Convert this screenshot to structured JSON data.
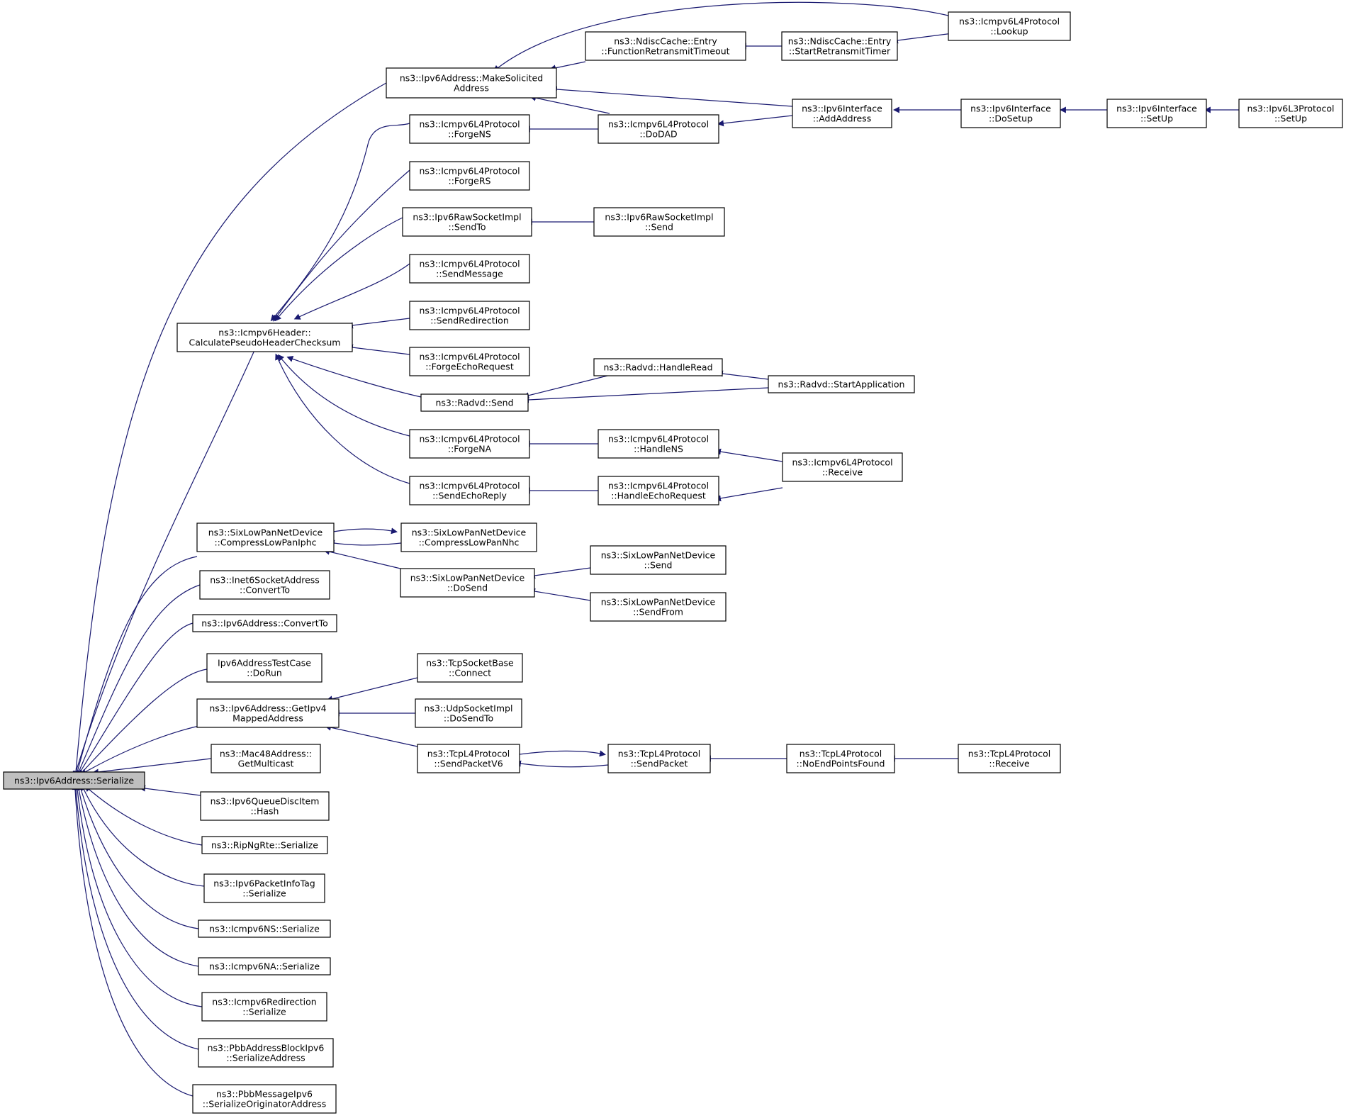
{
  "colors": {
    "edge": "#191970",
    "root_fill": "#bfbfbf",
    "node_fill": "#ffffff",
    "node_border": "#000000"
  },
  "nodes": [
    {
      "id": "root",
      "lines": [
        "ns3::Ipv6Address::Serialize"
      ]
    },
    {
      "id": "make_solicited",
      "lines": [
        "ns3::Ipv6Address::MakeSolicited",
        "Address"
      ]
    },
    {
      "id": "lookup",
      "lines": [
        "ns3::Icmpv6L4Protocol",
        "::Lookup"
      ]
    },
    {
      "id": "func_retrans",
      "lines": [
        "ns3::NdiscCache::Entry",
        "::FunctionRetransmitTimeout"
      ]
    },
    {
      "id": "start_retrans",
      "lines": [
        "ns3::NdiscCache::Entry",
        "::StartRetransmitTimer"
      ]
    },
    {
      "id": "add_address",
      "lines": [
        "ns3::Ipv6Interface",
        "::AddAddress"
      ]
    },
    {
      "id": "iface_dosetup",
      "lines": [
        "ns3::Ipv6Interface",
        "::DoSetup"
      ]
    },
    {
      "id": "iface_setup",
      "lines": [
        "ns3::Ipv6Interface",
        "::SetUp"
      ]
    },
    {
      "id": "l3_setup",
      "lines": [
        "ns3::Ipv6L3Protocol",
        "::SetUp"
      ]
    },
    {
      "id": "forge_ns",
      "lines": [
        "ns3::Icmpv6L4Protocol",
        "::ForgeNS"
      ]
    },
    {
      "id": "dodad",
      "lines": [
        "ns3::Icmpv6L4Protocol",
        "::DoDAD"
      ]
    },
    {
      "id": "forge_rs",
      "lines": [
        "ns3::Icmpv6L4Protocol",
        "::ForgeRS"
      ]
    },
    {
      "id": "raw_sendto",
      "lines": [
        "ns3::Ipv6RawSocketImpl",
        "::SendTo"
      ]
    },
    {
      "id": "raw_send",
      "lines": [
        "ns3::Ipv6RawSocketImpl",
        "::Send"
      ]
    },
    {
      "id": "send_message",
      "lines": [
        "ns3::Icmpv6L4Protocol",
        "::SendMessage"
      ]
    },
    {
      "id": "calc_pseudo",
      "lines": [
        "ns3::Icmpv6Header::",
        "CalculatePseudoHeaderChecksum"
      ]
    },
    {
      "id": "send_redir",
      "lines": [
        "ns3::Icmpv6L4Protocol",
        "::SendRedirection"
      ]
    },
    {
      "id": "forge_echo",
      "lines": [
        "ns3::Icmpv6L4Protocol",
        "::ForgeEchoRequest"
      ]
    },
    {
      "id": "radvd_read",
      "lines": [
        "ns3::Radvd::HandleRead"
      ]
    },
    {
      "id": "radvd_send",
      "lines": [
        "ns3::Radvd::Send"
      ]
    },
    {
      "id": "radvd_start",
      "lines": [
        "ns3::Radvd::StartApplication"
      ]
    },
    {
      "id": "forge_na",
      "lines": [
        "ns3::Icmpv6L4Protocol",
        "::ForgeNA"
      ]
    },
    {
      "id": "handle_ns",
      "lines": [
        "ns3::Icmpv6L4Protocol",
        "::HandleNS"
      ]
    },
    {
      "id": "icmp_receive",
      "lines": [
        "ns3::Icmpv6L4Protocol",
        "::Receive"
      ]
    },
    {
      "id": "send_echo_reply",
      "lines": [
        "ns3::Icmpv6L4Protocol",
        "::SendEchoReply"
      ]
    },
    {
      "id": "handle_echo",
      "lines": [
        "ns3::Icmpv6L4Protocol",
        "::HandleEchoRequest"
      ]
    },
    {
      "id": "compress_iphc",
      "lines": [
        "ns3::SixLowPanNetDevice",
        "::CompressLowPanIphc"
      ]
    },
    {
      "id": "compress_nhc",
      "lines": [
        "ns3::SixLowPanNetDevice",
        "::CompressLowPanNhc"
      ]
    },
    {
      "id": "sixlp_dosend",
      "lines": [
        "ns3::SixLowPanNetDevice",
        "::DoSend"
      ]
    },
    {
      "id": "sixlp_send",
      "lines": [
        "ns3::SixLowPanNetDevice",
        "::Send"
      ]
    },
    {
      "id": "sixlp_sendfrom",
      "lines": [
        "ns3::SixLowPanNetDevice",
        "::SendFrom"
      ]
    },
    {
      "id": "inet6_convert",
      "lines": [
        "ns3::Inet6SocketAddress",
        "::ConvertTo"
      ]
    },
    {
      "id": "ipv6_convert",
      "lines": [
        "ns3::Ipv6Address::ConvertTo"
      ]
    },
    {
      "id": "testcase",
      "lines": [
        "Ipv6AddressTestCase",
        "::DoRun"
      ]
    },
    {
      "id": "get_ipv4",
      "lines": [
        "ns3::Ipv6Address::GetIpv4",
        "MappedAddress"
      ]
    },
    {
      "id": "tcp_connect",
      "lines": [
        "ns3::TcpSocketBase",
        "::Connect"
      ]
    },
    {
      "id": "udp_dosendto",
      "lines": [
        "ns3::UdpSocketImpl",
        "::DoSendTo"
      ]
    },
    {
      "id": "tcp_sendv6",
      "lines": [
        "ns3::TcpL4Protocol",
        "::SendPacketV6"
      ]
    },
    {
      "id": "tcp_sendpacket",
      "lines": [
        "ns3::TcpL4Protocol",
        "::SendPacket"
      ]
    },
    {
      "id": "tcp_noend",
      "lines": [
        "ns3::TcpL4Protocol",
        "::NoEndPointsFound"
      ]
    },
    {
      "id": "tcp_receive",
      "lines": [
        "ns3::TcpL4Protocol",
        "::Receive"
      ]
    },
    {
      "id": "mac48",
      "lines": [
        "ns3::Mac48Address::",
        "GetMulticast"
      ]
    },
    {
      "id": "queue_hash",
      "lines": [
        "ns3::Ipv6QueueDiscItem",
        "::Hash"
      ]
    },
    {
      "id": "ripng",
      "lines": [
        "ns3::RipNgRte::Serialize"
      ]
    },
    {
      "id": "pkt_info",
      "lines": [
        "ns3::Ipv6PacketInfoTag",
        "::Serialize"
      ]
    },
    {
      "id": "icmp_ns_ser",
      "lines": [
        "ns3::Icmpv6NS::Serialize"
      ]
    },
    {
      "id": "icmp_na_ser",
      "lines": [
        "ns3::Icmpv6NA::Serialize"
      ]
    },
    {
      "id": "icmp_redir_ser",
      "lines": [
        "ns3::Icmpv6Redirection",
        "::Serialize"
      ]
    },
    {
      "id": "pbb_block",
      "lines": [
        "ns3::PbbAddressBlockIpv6",
        "::SerializeAddress"
      ]
    },
    {
      "id": "pbb_msg",
      "lines": [
        "ns3::PbbMessageIpv6",
        "::SerializeOriginatorAddress"
      ]
    }
  ]
}
